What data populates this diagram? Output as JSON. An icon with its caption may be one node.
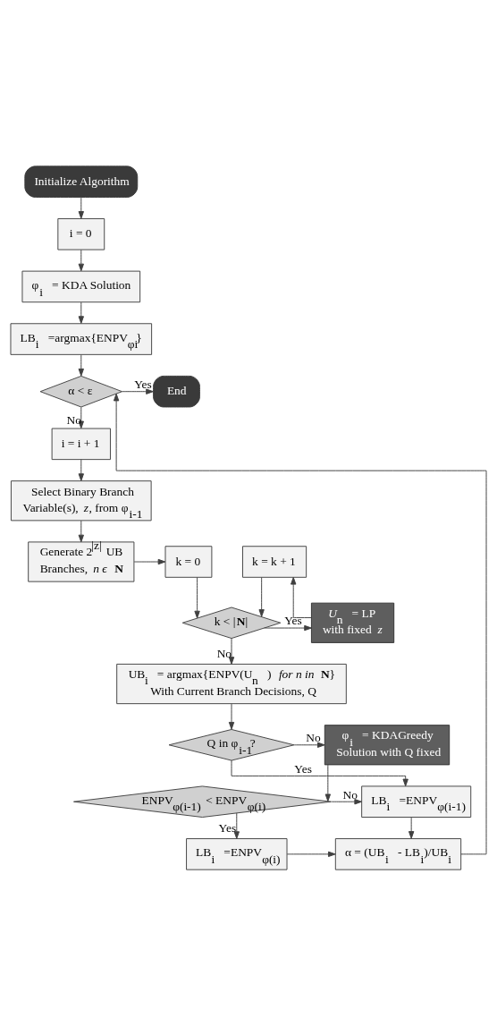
{
  "diagram": {
    "nodes": [
      {
        "text": [
          "Initialize Algorithm"
        ]
      },
      {
        "text": [
          "i = 0"
        ]
      },
      {
        "text": [
          "φ$_{i}$ = KDA Solution"
        ]
      },
      {
        "text": [
          "LB$_{i}$ =argmax{ENPV$_{φi}$}"
        ]
      },
      {
        "text": [
          "α < ε"
        ]
      },
      {
        "text": [
          "End"
        ]
      },
      {
        "text": [
          "i = i + 1"
        ]
      },
      {
        "text": [
          "Select Binary Branch Variable(s), *z*, from φ$_{i-1}$"
        ]
      },
      {
        "text": [
          "Generate 2$^{|z|}$ UB Branches, *n ϵ* **N**"
        ]
      },
      {
        "text": [
          "k = 0"
        ]
      },
      {
        "text": [
          "k = k + 1"
        ]
      },
      {
        "text": [
          "k < |**N**|"
        ]
      },
      {
        "text": [
          "*U*$_{n}$ = LP with fixed *z*"
        ]
      },
      {
        "text": [
          "UB$_{i}$ = argmax{ENPV(U$_{n}$ ) *for n in* **N**} With Current Branch Decisions, Q"
        ]
      },
      {
        "text": [
          "Q in φ$_{i-1}$?"
        ]
      },
      {
        "text": [
          "φ$_{i}$ = KDAGreedy Solution with Q fixed"
        ]
      },
      {
        "text": [
          "LB$_{i}$ =ENPV$_{φ(i-1)}$"
        ]
      },
      {
        "text": [
          "ENPV$_{φ(i-1)}$ < ENPV$_{φ(i)}$"
        ]
      },
      {
        "text": [
          "LB$_{i}$ =ENPV$_{φ(i)}$"
        ]
      },
      {
        "text": [
          "α = (UB$_{i}$ - LB$_{i}$)/UB$_{i}$"
        ]
      }
    ],
    "edges": [
      {
        "from": 0,
        "to": 1,
        "arrow": "to"
      },
      {
        "from": 1,
        "to": 2,
        "arrow": "to"
      },
      {
        "from": 2,
        "to": 3,
        "arrow": "to"
      },
      {
        "from": 3,
        "to": 4,
        "arrow": "to"
      },
      {
        "from": 4,
        "to": 5,
        "arrow": "to",
        "label": "Yes"
      },
      {
        "from": 4,
        "to": 6,
        "arrow": "to",
        "label": "No"
      },
      {
        "from": 6,
        "to": 7,
        "arrow": "to"
      },
      {
        "from": 7,
        "to": 8,
        "arrow": "to"
      },
      {
        "from": 8,
        "to": 9,
        "arrow": "to"
      },
      {
        "from": 9,
        "to": 11,
        "arrow": "to"
      },
      {
        "from": 10,
        "to": 11,
        "arrow": "to"
      },
      {
        "from": 11,
        "to": 12,
        "arrow": "to",
        "label": "Yes"
      },
      {
        "from": 12,
        "to": 10,
        "arrow": "to"
      },
      {
        "from": 11,
        "to": 13,
        "arrow": "to",
        "label": "No"
      },
      {
        "from": 13,
        "to": 14,
        "arrow": "to"
      },
      {
        "from": 14,
        "to": 15,
        "arrow": "to",
        "label": "No"
      },
      {
        "from": 14,
        "to": 16,
        "arrow": "to",
        "label": "Yes"
      },
      {
        "from": 15,
        "to": 17,
        "arrow": "to"
      },
      {
        "from": 17,
        "to": 16,
        "arrow": "to",
        "label": "No"
      },
      {
        "from": 17,
        "to": 18,
        "arrow": "to",
        "label": "Yes"
      },
      {
        "from": 16,
        "to": 19,
        "arrow": "to"
      },
      {
        "from": 18,
        "to": 19,
        "arrow": "to"
      },
      {
        "from": 19,
        "to": 4,
        "arrow": "to"
      }
    ]
  }
}
